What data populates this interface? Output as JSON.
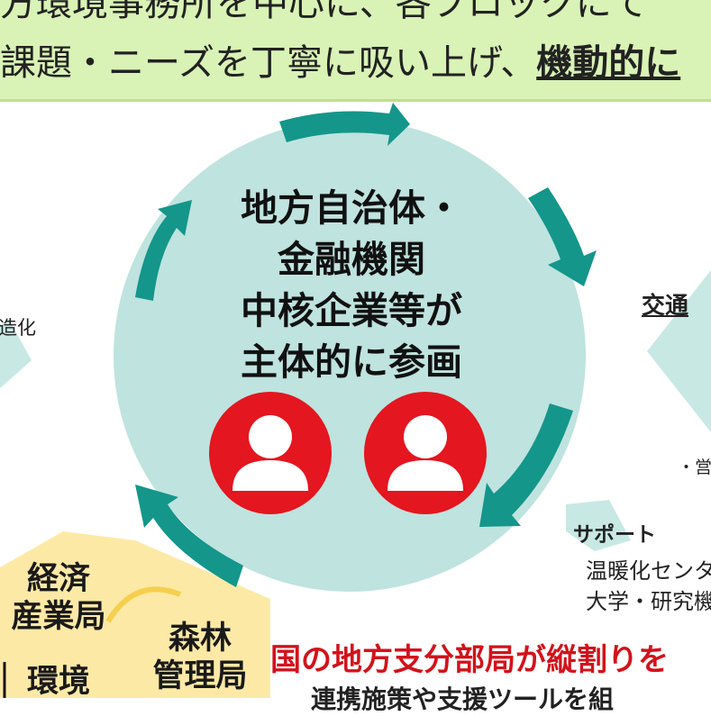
{
  "banner": {
    "line1": "方環境事務所を中心に、各ブロックにて",
    "line2_prefix": "課題・ニーズを丁寧に吸い上げ、",
    "line2_emph": "機動的に"
  },
  "center": {
    "lines": [
      "地方自治体・",
      "金融機関",
      "中核企業等が",
      "主体的に参画"
    ]
  },
  "left_fragment": "造化",
  "right": {
    "heading": "交通",
    "note": "・営"
  },
  "support": {
    "title": "サポート",
    "items": [
      "温暖化センタ",
      "大学・研究機"
    ]
  },
  "bottom": {
    "headline": "国の地方支分部局が縦割りを",
    "line": "連携施策や支援ツールを組"
  },
  "agencies": {
    "economy_line1": "経済",
    "economy_line2": "産業局",
    "forest_line1": "森林",
    "forest_line2": "管理局",
    "environment": "環境"
  },
  "colors": {
    "circle_fill": "#bfe3df",
    "arrow": "#14968a",
    "person_red": "#e4161f",
    "banner_bg": "#d9f2b5",
    "hex_fill": "#fde9a6",
    "headline_red": "#d3121b"
  }
}
